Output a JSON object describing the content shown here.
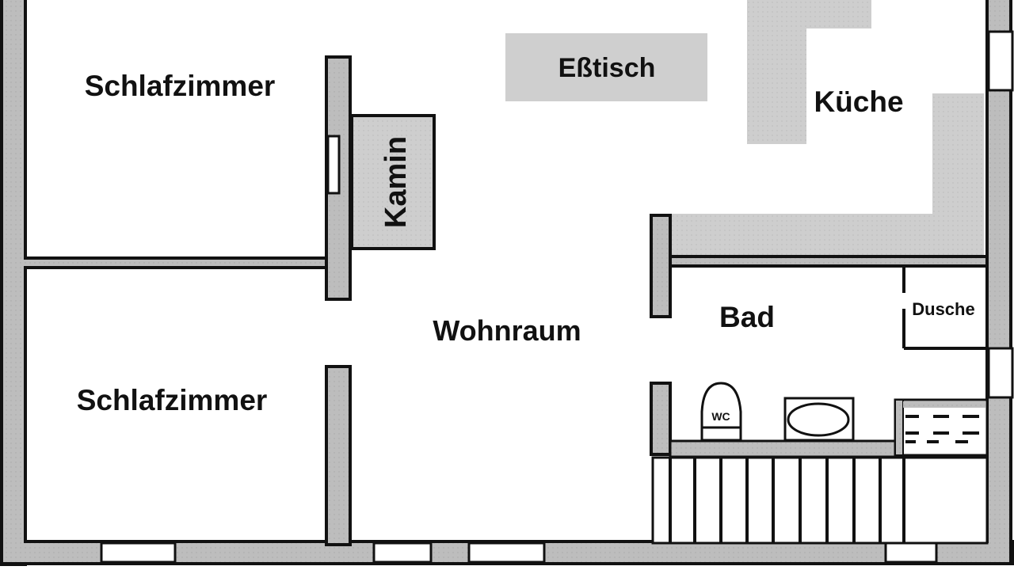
{
  "diagram": {
    "type": "floor-plan",
    "rooms": {
      "bedroom_top": "Schlafzimmer",
      "bedroom_bottom": "Schlafzimmer",
      "living_room": "Wohnraum",
      "kitchen": "Küche",
      "bathroom": "Bad",
      "shower": "Dusche"
    },
    "fixtures": {
      "fireplace": "Kamin",
      "dining_table": "Eßtisch",
      "toilet": "WC"
    },
    "colors": {
      "wall": "#bdbdbd",
      "furniture": "#cfcfcf",
      "outline": "#111111",
      "background": "#ffffff"
    }
  }
}
